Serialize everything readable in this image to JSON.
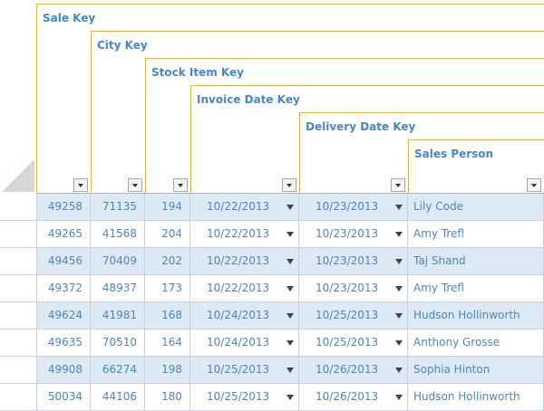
{
  "columns": [
    {
      "key": "sale_key",
      "label": "Sale Key"
    },
    {
      "key": "city_key",
      "label": "City Key"
    },
    {
      "key": "stock_item_key",
      "label": "Stock Item Key"
    },
    {
      "key": "invoice_date_key",
      "label": "Invoice Date Key"
    },
    {
      "key": "delivery_date_key",
      "label": "Delivery Date Key"
    },
    {
      "key": "sales_person",
      "label": "Sales Person"
    }
  ],
  "rows": [
    {
      "sale_key": "49258",
      "city_key": "71135",
      "stock_item_key": "194",
      "invoice_date_key": "10/22/2013",
      "delivery_date_key": "10/23/2013",
      "sales_person": "Lily Code"
    },
    {
      "sale_key": "49265",
      "city_key": "41568",
      "stock_item_key": "204",
      "invoice_date_key": "10/22/2013",
      "delivery_date_key": "10/23/2013",
      "sales_person": "Amy Trefl"
    },
    {
      "sale_key": "49456",
      "city_key": "70409",
      "stock_item_key": "202",
      "invoice_date_key": "10/22/2013",
      "delivery_date_key": "10/23/2013",
      "sales_person": "Taj Shand"
    },
    {
      "sale_key": "49372",
      "city_key": "48937",
      "stock_item_key": "173",
      "invoice_date_key": "10/22/2013",
      "delivery_date_key": "10/23/2013",
      "sales_person": "Amy Trefl"
    },
    {
      "sale_key": "49624",
      "city_key": "41981",
      "stock_item_key": "168",
      "invoice_date_key": "10/24/2013",
      "delivery_date_key": "10/25/2013",
      "sales_person": "Hudson Hollinworth"
    },
    {
      "sale_key": "49635",
      "city_key": "70510",
      "stock_item_key": "164",
      "invoice_date_key": "10/24/2013",
      "delivery_date_key": "10/25/2013",
      "sales_person": "Anthony Grosse"
    },
    {
      "sale_key": "49908",
      "city_key": "66274",
      "stock_item_key": "198",
      "invoice_date_key": "10/25/2013",
      "delivery_date_key": "10/26/2013",
      "sales_person": "Sophia Hinton"
    },
    {
      "sale_key": "50034",
      "city_key": "44106",
      "stock_item_key": "180",
      "invoice_date_key": "10/25/2013",
      "delivery_date_key": "10/26/2013",
      "sales_person": "Hudson Hollinworth"
    }
  ],
  "colors": {
    "header_border": "#e0b24f",
    "text": "#4a86c3",
    "band": "#dde9f5",
    "grid": "#c7d2de"
  }
}
